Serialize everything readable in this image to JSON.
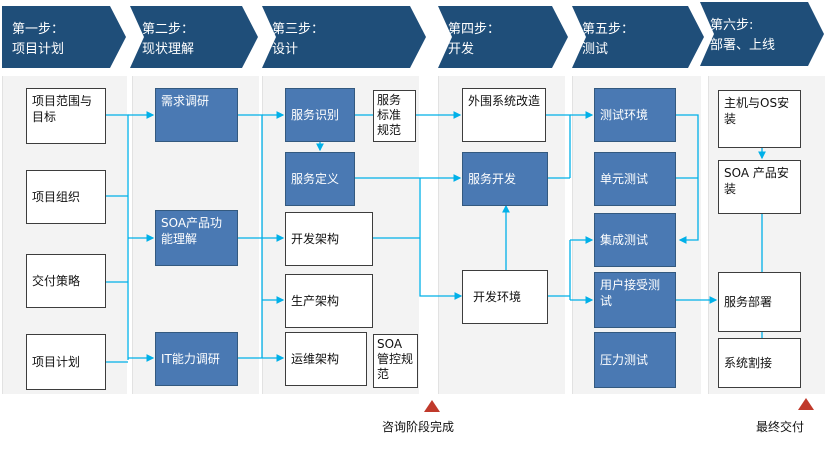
{
  "steps": [
    {
      "title": "第一步：\n项目计划"
    },
    {
      "title": "第二步：\n现状理解"
    },
    {
      "title": "第三步：\n设计"
    },
    {
      "title": "第四步：\n开发"
    },
    {
      "title": "第五步：\n测试"
    },
    {
      "title": "第六步:\n部署、上线"
    }
  ],
  "col1": [
    "项目范围与目标",
    "项目组织",
    "交付策略",
    "项目计划"
  ],
  "col2": [
    "需求调研",
    "SOA产品功能理解",
    "IT能力调研"
  ],
  "col3": {
    "service_identify": "服务识别",
    "service_define": "服务定义",
    "dev_arch": "开发架构",
    "prod_arch": "生产架构",
    "ops_arch": "运维架构",
    "service_std": "服务标准规范",
    "soa_control": "SOA管控规范"
  },
  "col4": [
    "外围系统改造",
    "服务开发",
    "开发环境"
  ],
  "col5": [
    "测试环境",
    "单元测试",
    "集成测试",
    "用户接受测试",
    "压力测试"
  ],
  "col6": [
    "主机与OS安装",
    "SOA 产品安装",
    "服务部署",
    "系统割接"
  ],
  "milestones": [
    "咨询阶段完成",
    "最终交付"
  ],
  "colors": {
    "header": "#1f4e79",
    "blue_box": "#4a79b3",
    "connector": "#00b0e8",
    "milestone": "#c0392b"
  }
}
